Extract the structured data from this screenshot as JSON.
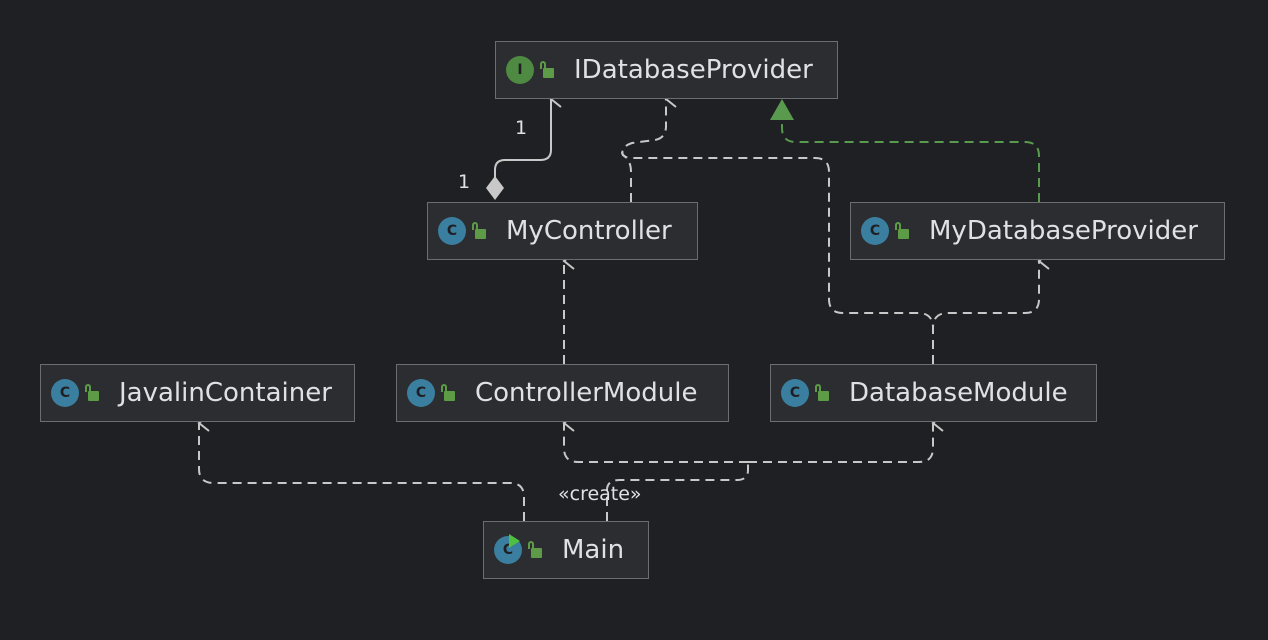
{
  "colors": {
    "background": "#1f2023",
    "node_fill": "#2b2d30",
    "node_border": "#6b6d70",
    "interface_badge": "#4f8a43",
    "class_badge": "#3b7fa0",
    "lock": "#5d9b47",
    "edge": "#c8c8c8",
    "realization_edge": "#5a9a4e",
    "text": "#dfe1e5"
  },
  "nodes": [
    {
      "id": "IDatabaseProvider",
      "label": "IDatabaseProvider",
      "badge": "I",
      "kind": "interface",
      "icon": "interface-icon"
    },
    {
      "id": "MyController",
      "label": "MyController",
      "badge": "C",
      "kind": "class",
      "icon": "class-icon"
    },
    {
      "id": "MyDatabaseProvider",
      "label": "MyDatabaseProvider",
      "badge": "C",
      "kind": "class",
      "icon": "class-icon"
    },
    {
      "id": "JavalinContainer",
      "label": "JavalinContainer",
      "badge": "C",
      "kind": "class",
      "icon": "class-icon"
    },
    {
      "id": "ControllerModule",
      "label": "ControllerModule",
      "badge": "C",
      "kind": "class",
      "icon": "class-icon"
    },
    {
      "id": "DatabaseModule",
      "label": "DatabaseModule",
      "badge": "C",
      "kind": "class",
      "icon": "class-icon"
    },
    {
      "id": "Main",
      "label": "Main",
      "badge": "C",
      "kind": "main class",
      "icon": "runnable-class-icon"
    }
  ],
  "edges": [
    {
      "from": "MyController",
      "to": "IDatabaseProvider",
      "type": "composition",
      "source_multiplicity": "1",
      "target_multiplicity": "1"
    },
    {
      "from": "MyController",
      "to": "IDatabaseProvider",
      "type": "dependency"
    },
    {
      "from": "DatabaseModule",
      "to": "IDatabaseProvider",
      "type": "dependency"
    },
    {
      "from": "MyDatabaseProvider",
      "to": "IDatabaseProvider",
      "type": "realization"
    },
    {
      "from": "DatabaseModule",
      "to": "MyDatabaseProvider",
      "type": "dependency"
    },
    {
      "from": "ControllerModule",
      "to": "MyController",
      "type": "dependency"
    },
    {
      "from": "Main",
      "to": "JavalinContainer",
      "type": "dependency"
    },
    {
      "from": "Main",
      "to": "ControllerModule",
      "type": "dependency",
      "stereotype": "«create»"
    },
    {
      "from": "Main",
      "to": "DatabaseModule",
      "type": "dependency",
      "stereotype": "«create»"
    }
  ],
  "edge_labels": {
    "composition_target_multiplicity": "1",
    "composition_source_multiplicity": "1",
    "create_stereotype": "«create»"
  }
}
